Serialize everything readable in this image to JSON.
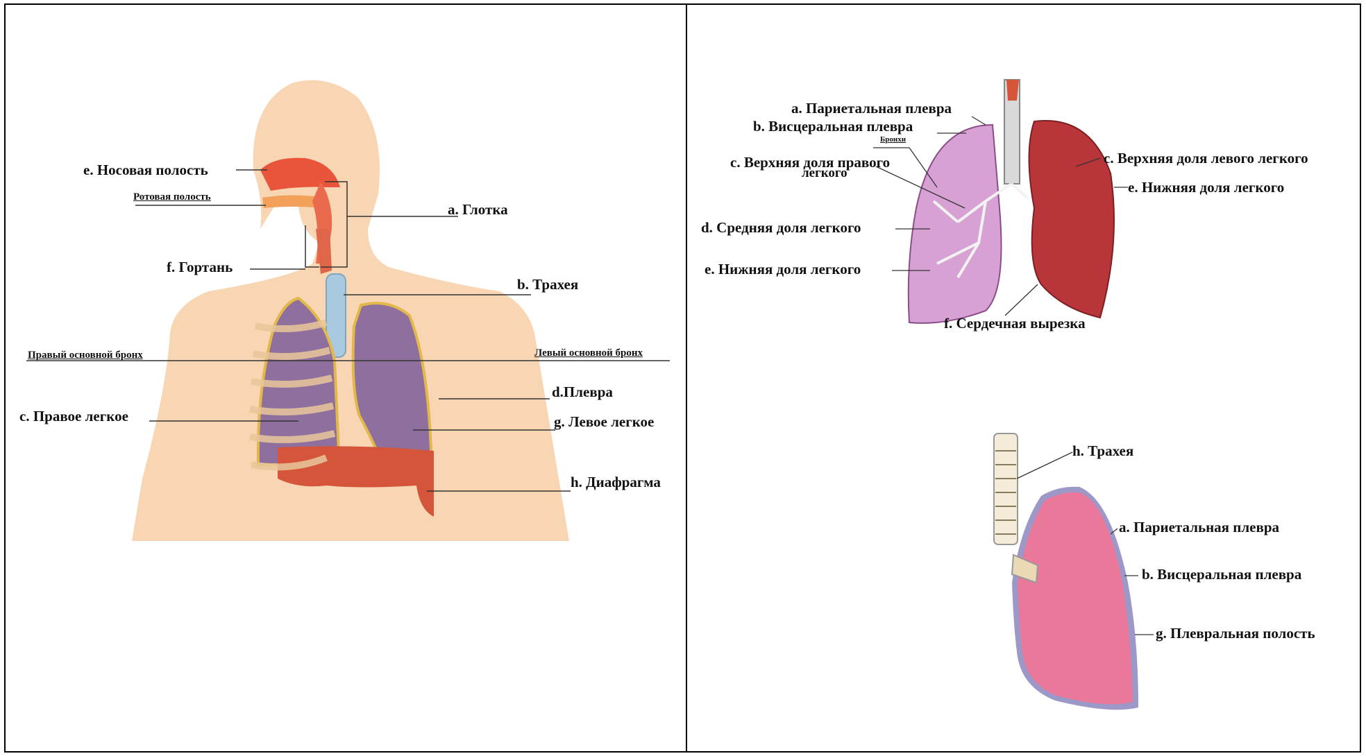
{
  "panel_left": {
    "labels": {
      "nasal": "e. Носовая полость",
      "oral": "Ротовая полость",
      "pharynx": "a. Глотка",
      "larynx": "f. Гортань",
      "trachea": "b. Трахея",
      "right_bronchus": "Правый основной бронх",
      "left_bronchus": "Левый основной бронх",
      "pleura": "d.Плевра",
      "right_lung": "c. Правое легкое",
      "left_lung": "g. Левое легкое",
      "diaphragm": "h. Диафрагма"
    }
  },
  "panel_right_top": {
    "labels": {
      "parietal": "a. Париетальная плевра",
      "visceral": "b. Висцеральная плевра",
      "bronchi": "Бронхи",
      "upper_right_1": "c. Верхняя доля правого",
      "upper_right_2": "легкого",
      "middle": "d. Средняя доля легкого",
      "lower_right": "e. Нижняя доля легкого",
      "upper_left": "c. Верхняя доля левого легкого",
      "lower_left": "e. Нижняя доля легкого",
      "cardiac": "f. Сердечная вырезка"
    }
  },
  "panel_right_bottom": {
    "labels": {
      "trachea": "h. Трахея",
      "parietal": "a. Париетальная плевра",
      "visceral": "b. Висцеральная плевра",
      "cavity": "g.  Плевральная полость"
    }
  }
}
